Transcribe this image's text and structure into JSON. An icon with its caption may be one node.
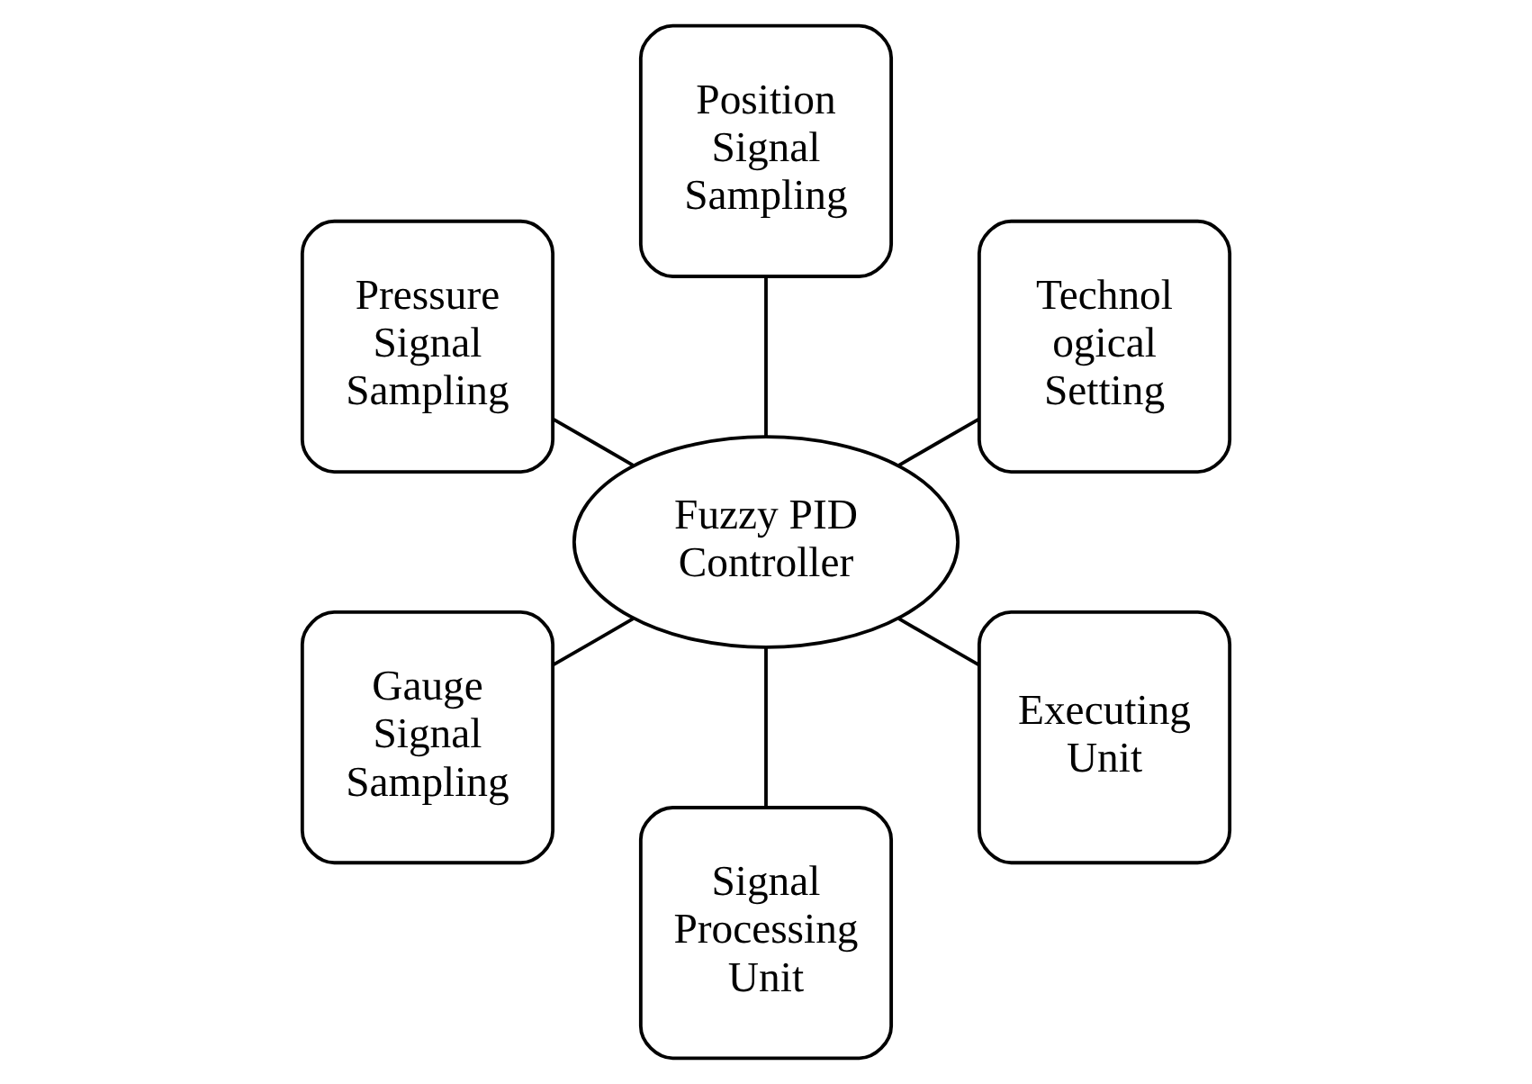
{
  "diagram": {
    "nodes": [
      {
        "text": [
          "Technol ogical Setting"
        ]
      },
      {
        "text": [
          "Position Signal Sampling"
        ]
      },
      {
        "text": [
          "Pressure Signal Sampling"
        ]
      },
      {
        "text": [
          "Fuzzy PID Controller"
        ]
      },
      {
        "text": [
          "Gauge Signal Sampling"
        ]
      },
      {
        "text": [
          "Signal Processing Unit"
        ]
      },
      {
        "text": [
          "Executing Unit"
        ]
      }
    ],
    "edges": [
      {
        "from": 3,
        "to": 0,
        "arrow": "none"
      },
      {
        "from": 3,
        "to": 1,
        "arrow": "none"
      },
      {
        "from": 3,
        "to": 2,
        "arrow": "none"
      },
      {
        "from": 3,
        "to": 4,
        "arrow": "none"
      },
      {
        "from": 3,
        "to": 5,
        "arrow": "none"
      },
      {
        "from": 3,
        "to": 6,
        "arrow": "none"
      }
    ]
  }
}
